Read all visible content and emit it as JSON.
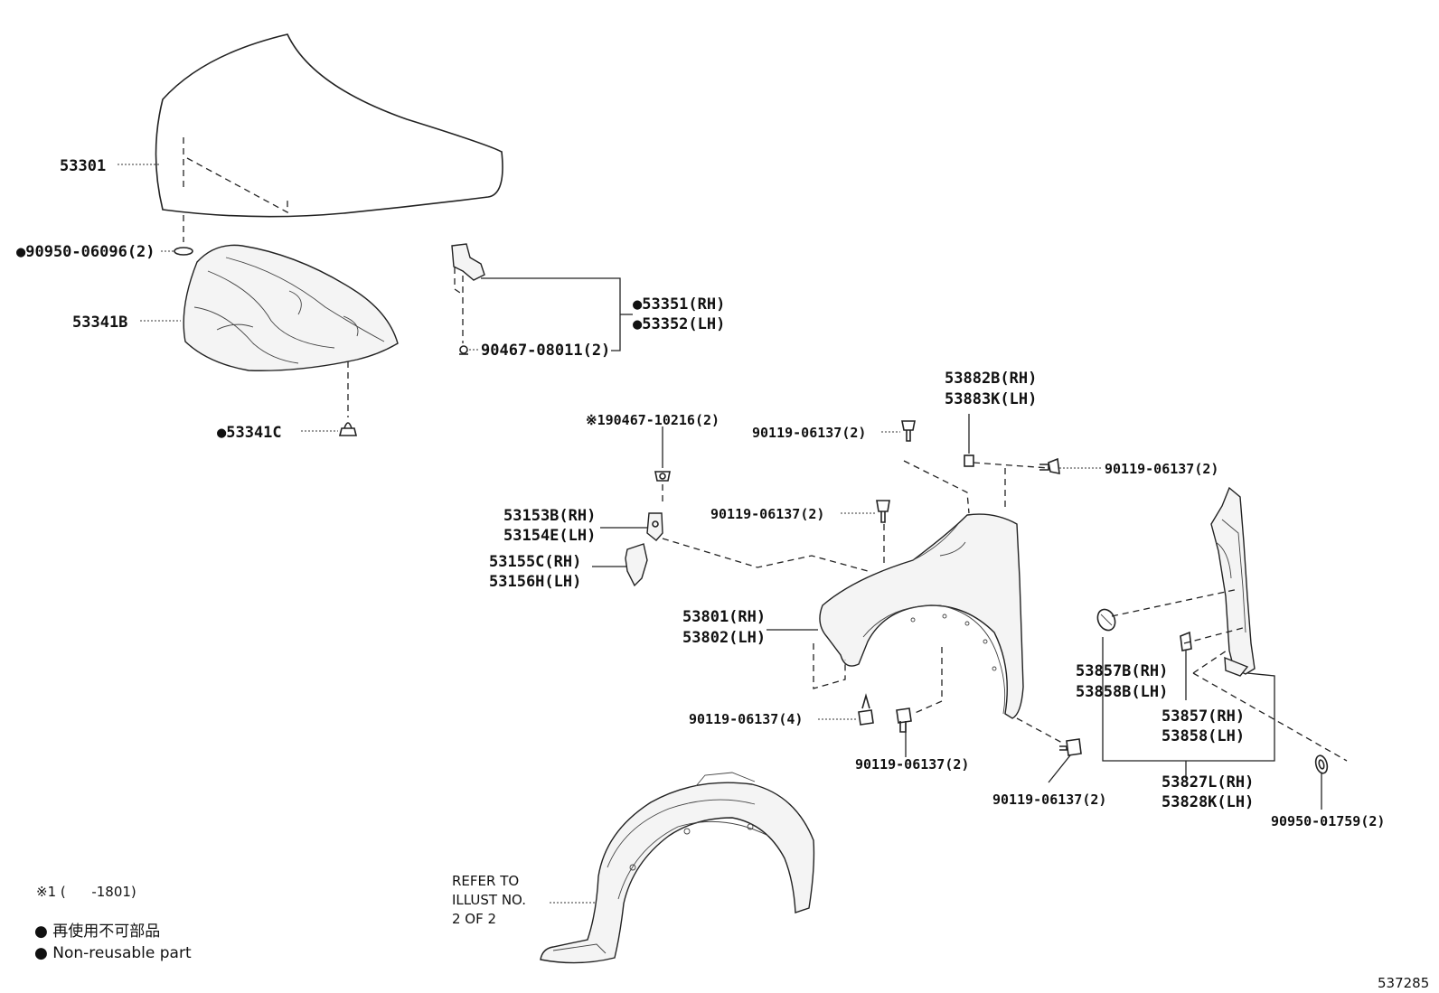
{
  "labels": {
    "hood": "53301",
    "hood_cushion": "●90950-06096(2)",
    "hood_insulator": "53341B",
    "insulator_clip": "●53341C",
    "hinge_rh": "●53351(RH)",
    "hinge_lh": "●53352(LH)",
    "hinge_bolt": "90467-08011(2)",
    "clip_ref": "※190467-10216(2)",
    "support_rh": "53153B(RH)",
    "support_lh": "53154E(LH)",
    "bracket_rh": "53155C(RH)",
    "bracket_lh": "53156H(LH)",
    "fender_rh": "53801(RH)",
    "fender_lh": "53802(LH)",
    "seal_rh": "53882B(RH)",
    "seal_lh": "53883K(LH)",
    "bolt_top_left": "90119-06137(2)",
    "bolt_top_right": "90119-06137(2)",
    "bolt_mid": "90119-06137(2)",
    "bolt_front": "90119-06137(4)",
    "bolt_bottom_mid": "90119-06137(2)",
    "bolt_bottom_right": "90119-06137(2)",
    "protector_rh": "53857B(RH)",
    "protector_lh": "53858B(LH)",
    "panel_rh": "53857(RH)",
    "panel_lh": "53858(LH)",
    "liner_rh": "53827L(RH)",
    "liner_lh": "53828K(LH)",
    "clip_bottom": "90950-01759(2)",
    "refer_line1": "REFER TO",
    "refer_line2": "ILLUST NO.",
    "refer_line3": "2 OF 2"
  },
  "legend": {
    "note": "※1 (      -1801)",
    "jp": "● 再使用不可部品",
    "en": "● Non-reusable part"
  },
  "illustration_number": "537285"
}
